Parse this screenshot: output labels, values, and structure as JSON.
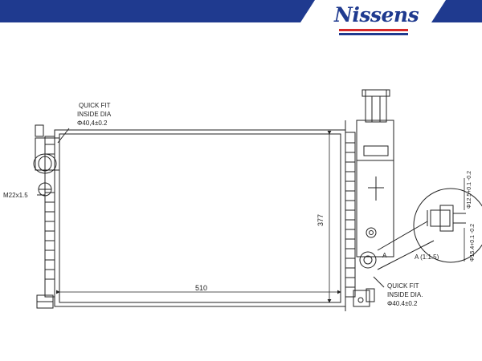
{
  "brand": {
    "name": "Nissens",
    "primary_color": "#1f3a8f",
    "accent_color": "#d62828"
  },
  "drawing": {
    "quick_fit_top": {
      "line1": "QUICK FIT",
      "line2": "INSIDE DIA",
      "line3": "Φ40,4±0.2"
    },
    "quick_fit_bottom": {
      "line1": "QUICK FIT",
      "line2": "INSIDE DIA.",
      "line3": "Φ40.4±0.2"
    },
    "thread_label": "M22x1.5",
    "width_dimension": "510",
    "height_dimension": "377",
    "callout_marker": "A",
    "detail_label": "A (1:1.5)",
    "detail_dim_1": "Φ12.5+0.1 -0.2",
    "detail_dim_2": "Φ15.4+0.1 -0.2"
  }
}
